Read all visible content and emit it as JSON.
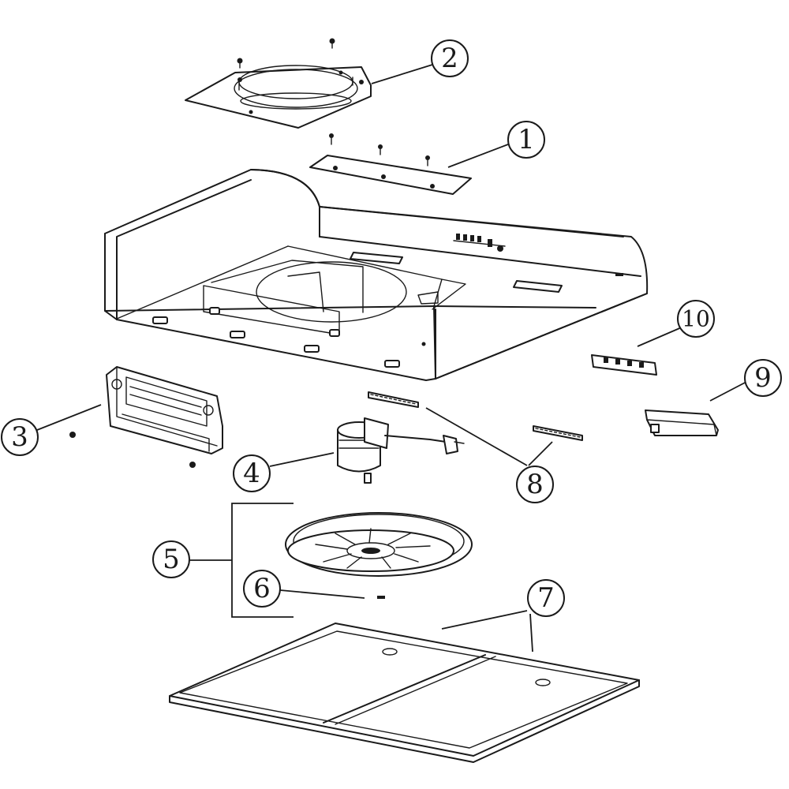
{
  "callouts": [
    {
      "id": "c1",
      "label": "1"
    },
    {
      "id": "c2",
      "label": "2"
    },
    {
      "id": "c3",
      "label": "3"
    },
    {
      "id": "c4",
      "label": "4"
    },
    {
      "id": "c5",
      "label": "5"
    },
    {
      "id": "c6",
      "label": "6"
    },
    {
      "id": "c7",
      "label": "7"
    },
    {
      "id": "c8",
      "label": "8"
    },
    {
      "id": "c9",
      "label": "9"
    },
    {
      "id": "c10",
      "label": "10"
    }
  ],
  "colors": {
    "line": "#1a1a1a",
    "background": "#ffffff"
  }
}
